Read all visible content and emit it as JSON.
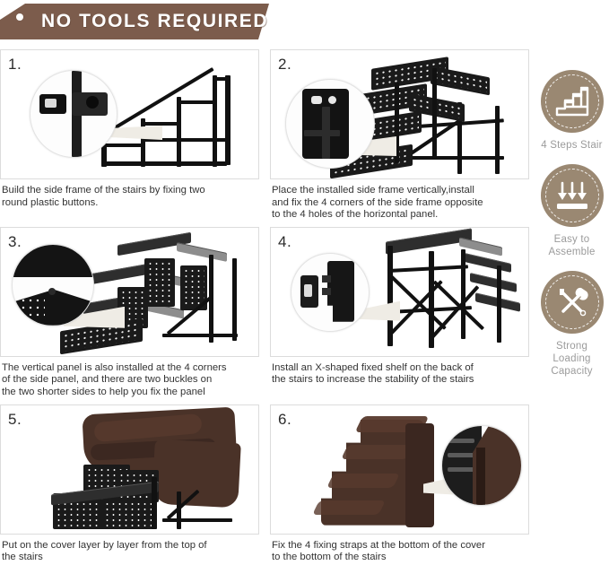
{
  "header": {
    "title": "NO TOOLS REQUIRED",
    "banner_color": "#7c5c4c",
    "text_color": "#ffffff",
    "hole_icon": "punch-hole-icon"
  },
  "steps": [
    {
      "number": "1.",
      "caption": "Build the side frame of the stairs by fixing two\nround plastic buttons.",
      "illustration": "side-frame-with-button-closeup"
    },
    {
      "number": "2.",
      "caption": "Place the installed side frame vertically,install\nand fix the 4 corners of the side frame opposite\nto the 4 holes of the horizontal panel.",
      "illustration": "side-frame-vertical-with-panels"
    },
    {
      "number": "3.",
      "caption": "The vertical panel is also installed at the 4 corners\nof the side panel, and there are two buckles on\nthe two shorter sides to help you fix the panel",
      "illustration": "vertical-panel-buckles-closeup"
    },
    {
      "number": "4.",
      "caption": "Install an X-shaped fixed shelf on the back of\nthe stairs to increase the stability of the stairs",
      "illustration": "x-shaped-shelf-back-view"
    },
    {
      "number": "5.",
      "caption": "Put on the cover layer by layer from the top of\nthe stairs",
      "illustration": "brown-cover-over-frame"
    },
    {
      "number": "6.",
      "caption": "Fix the 4 fixing straps at the bottom of the cover\nto the bottom of the stairs",
      "illustration": "finished-brown-pet-stairs"
    }
  ],
  "badges": [
    {
      "label": "4 Steps Stair",
      "icon": "stairs-icon",
      "circle_color": "#9a8872",
      "label_color": "#9b9b9b"
    },
    {
      "label": "Easy to\nAssemble",
      "icon": "down-arrows-icon",
      "circle_color": "#9a8872",
      "label_color": "#9b9b9b"
    },
    {
      "label": "Strong\nLoading\nCapacity",
      "icon": "wrench-screwdriver-icon",
      "circle_color": "#9a8872",
      "label_color": "#9b9b9b"
    }
  ]
}
